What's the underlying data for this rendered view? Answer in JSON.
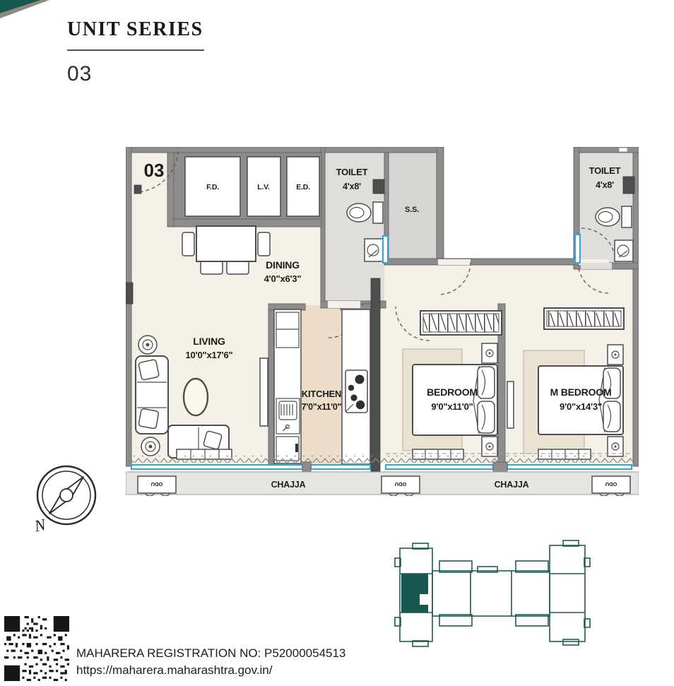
{
  "header": {
    "title": "UNIT SERIES",
    "unit_number": "03"
  },
  "plan": {
    "unit_label": "03",
    "rooms": {
      "living": {
        "name": "LIVING",
        "dims": "10'0\"x17'6\""
      },
      "dining": {
        "name": "DINING",
        "dims": "4'0\"x6'3\""
      },
      "kitchen": {
        "name": "KITCHEN",
        "dims": "7'0\"x11'0\""
      },
      "bedroom": {
        "name": "BEDROOM",
        "dims": "9'0\"x11'0\""
      },
      "m_bedroom": {
        "name": "M BEDROOM",
        "dims": "9'0\"x14'3\""
      },
      "toilet1": {
        "name": "TOILET",
        "dims": "4'x8'"
      },
      "toilet2": {
        "name": "TOILET",
        "dims": "4'x8'"
      }
    },
    "fixtures": {
      "fd": "F.D.",
      "lv": "L.V.",
      "ed": "E.D.",
      "ss": "S.S."
    },
    "chajja": {
      "left": "CHAJJA",
      "right": "CHAJJA",
      "odu": "ODU"
    },
    "compass": {
      "north": "N"
    }
  },
  "footer": {
    "registration": "MAHARERA REGISTRATION NO: P52000054513",
    "url": "https://maharera.maharashtra.gov.in/"
  },
  "colors": {
    "accent_teal": "#17574F",
    "wall_gray": "#8D8D8D",
    "window_blue": "#2AA7DF"
  }
}
